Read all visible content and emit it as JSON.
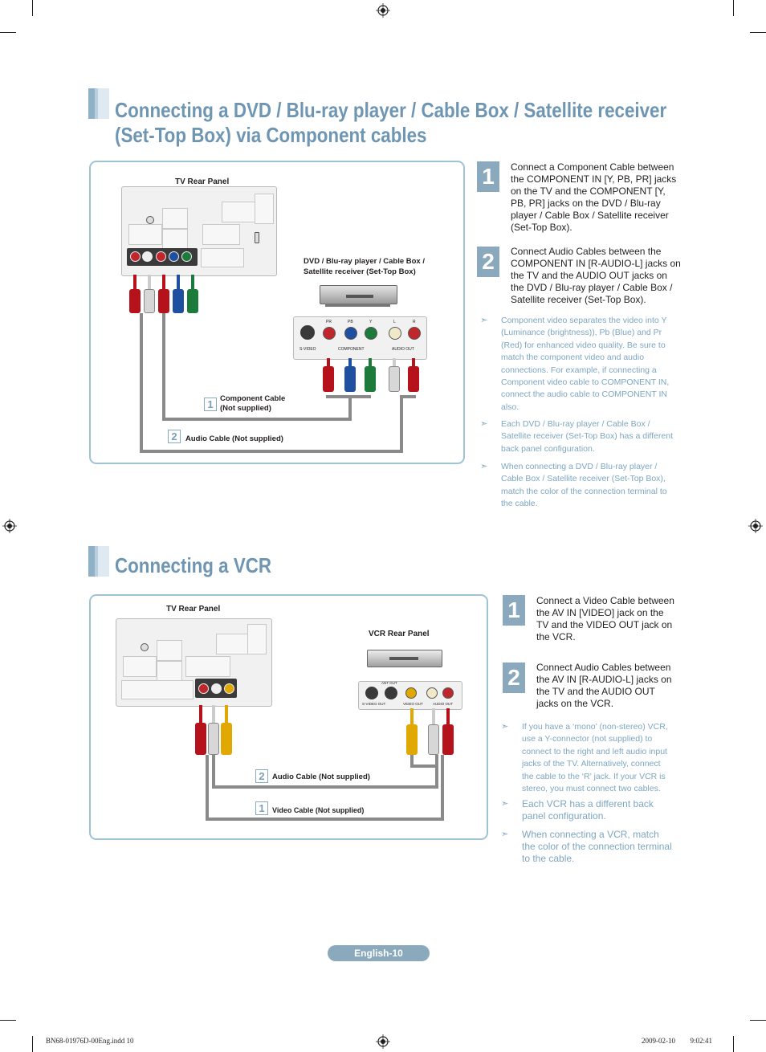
{
  "section1": {
    "title_line1": "Connecting a DVD / Blu-ray player / Cable Box / Satellite receiver",
    "title_line2": "(Set-Top Box) via Component cables",
    "diagram": {
      "tv_panel_label": "TV Rear Panel",
      "device_label_line1": "DVD / Blu-ray player / Cable Box /",
      "device_label_line2": "Satellite receiver (Set-Top Box)",
      "callout1_num": "1",
      "callout1_line1": "Component Cable",
      "callout1_line2": "(Not supplied)",
      "callout2_num": "2",
      "callout2_text": "Audio Cable (Not supplied)",
      "device_jacks": {
        "svideo": "S-VIDEO",
        "component": "COMPONENT",
        "audio_out": "AUDIO OUT",
        "pr": "PR",
        "pb": "PB",
        "y": "Y",
        "l": "L",
        "r": "R"
      }
    },
    "steps": [
      {
        "num": "1",
        "text": "Connect a Component Cable between the COMPONENT IN [Y, PB, PR] jacks on the TV and the COMPONENT [Y, PB, PR] jacks on the DVD / Blu-ray player / Cable Box / Satellite receiver (Set-Top Box)."
      },
      {
        "num": "2",
        "text": "Connect Audio Cables between the COMPONENT IN [R-AUDIO-L] jacks on the TV and the AUDIO OUT jacks on the DVD / Blu-ray player / Cable Box / Satellite receiver (Set-Top Box)."
      }
    ],
    "notes": [
      "Component video separates the video into Y (Luminance (brightness)), Pb (Blue) and Pr (Red) for enhanced video quality. Be sure to match the component video and audio connections. For example, if connecting a Component video cable to COMPONENT IN, connect the audio cable to COMPONENT IN also.",
      "Each DVD / Blu-ray player / Cable Box / Satellite receiver (Set-Top Box) has a different back panel configuration.",
      "When connecting a DVD / Blu-ray player / Cable Box / Satellite receiver (Set-Top Box), match the color of the connection terminal to the cable."
    ]
  },
  "section2": {
    "title": "Connecting a VCR",
    "diagram": {
      "tv_panel_label": "TV Rear Panel",
      "vcr_panel_label": "VCR Rear Panel",
      "callout2_num": "2",
      "callout2_text": "Audio Cable (Not supplied)",
      "callout1_num": "1",
      "callout1_text": "Video Cable (Not supplied)",
      "vcr_jacks": {
        "svideo_out": "S-VIDEO OUT",
        "video_out": "VIDEO OUT",
        "audio_out": "AUDIO OUT",
        "ant_out": "ANT OUT"
      }
    },
    "steps": [
      {
        "num": "1",
        "text": "Connect a Video Cable between the AV IN [VIDEO] jack on the TV and the VIDEO OUT jack on the VCR."
      },
      {
        "num": "2",
        "text": "Connect Audio Cables between the AV IN [R-AUDIO-L] jacks on the TV and the AUDIO OUT jacks on the VCR."
      }
    ],
    "notes": [
      "If you have a ‘mono’ (non-stereo) VCR, use a Y-connector (not supplied) to connect to the right and left audio input jacks of the TV. Alternatively, connect the cable to the ‘R’ jack. If your VCR is stereo, you must connect two cables.",
      "Each VCR has a different back panel configuration.",
      "When connecting a VCR, match the color of the connection terminal to the cable."
    ]
  },
  "footer": {
    "page_label": "English-10",
    "slug_left": "BN68-01976D-00Eng.indd   10",
    "slug_right": "2009-02-10   \u0000\u0000 9:02:41"
  },
  "colors": {
    "accent_blue": "#8aa9bd",
    "title_blue": "#6e96b3",
    "note_blue": "#7da6c0",
    "frame_blue": "#9ec4d4",
    "cable_red": "#b5121b",
    "cable_white": "#e0e0e0",
    "cable_blue": "#1f4fa0",
    "cable_green": "#1c7a3a",
    "cable_yellow": "#e0a800"
  }
}
